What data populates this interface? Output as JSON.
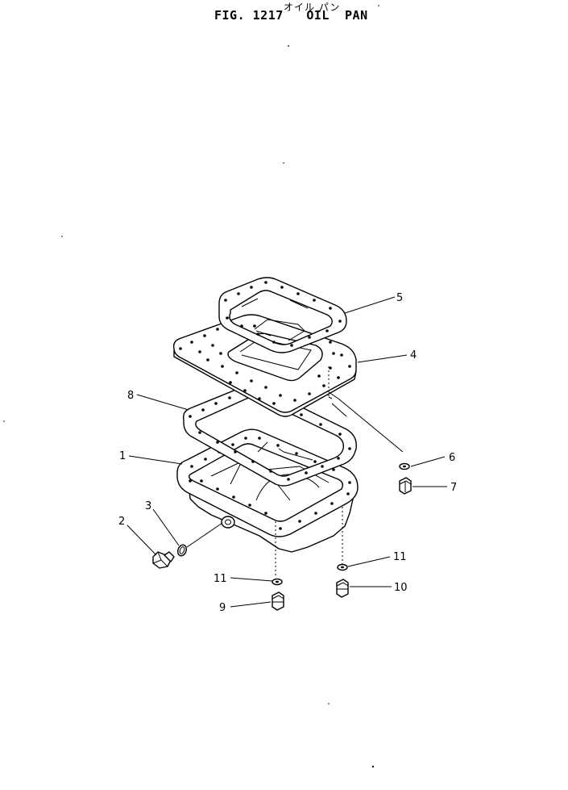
{
  "header": {
    "subtitle_jp": "オイル パン",
    "title": "FIG. 1217   OIL  PAN"
  },
  "callouts": [
    {
      "id": "c1",
      "label": "1"
    },
    {
      "id": "c2",
      "label": "2"
    },
    {
      "id": "c3",
      "label": "3"
    },
    {
      "id": "c4",
      "label": "4"
    },
    {
      "id": "c5",
      "label": "5"
    },
    {
      "id": "c6",
      "label": "6"
    },
    {
      "id": "c7",
      "label": "7"
    },
    {
      "id": "c8",
      "label": "8"
    },
    {
      "id": "c9",
      "label": "9"
    },
    {
      "id": "c10",
      "label": "10"
    },
    {
      "id": "c11a",
      "label": "11"
    },
    {
      "id": "c11b",
      "label": "11"
    }
  ]
}
